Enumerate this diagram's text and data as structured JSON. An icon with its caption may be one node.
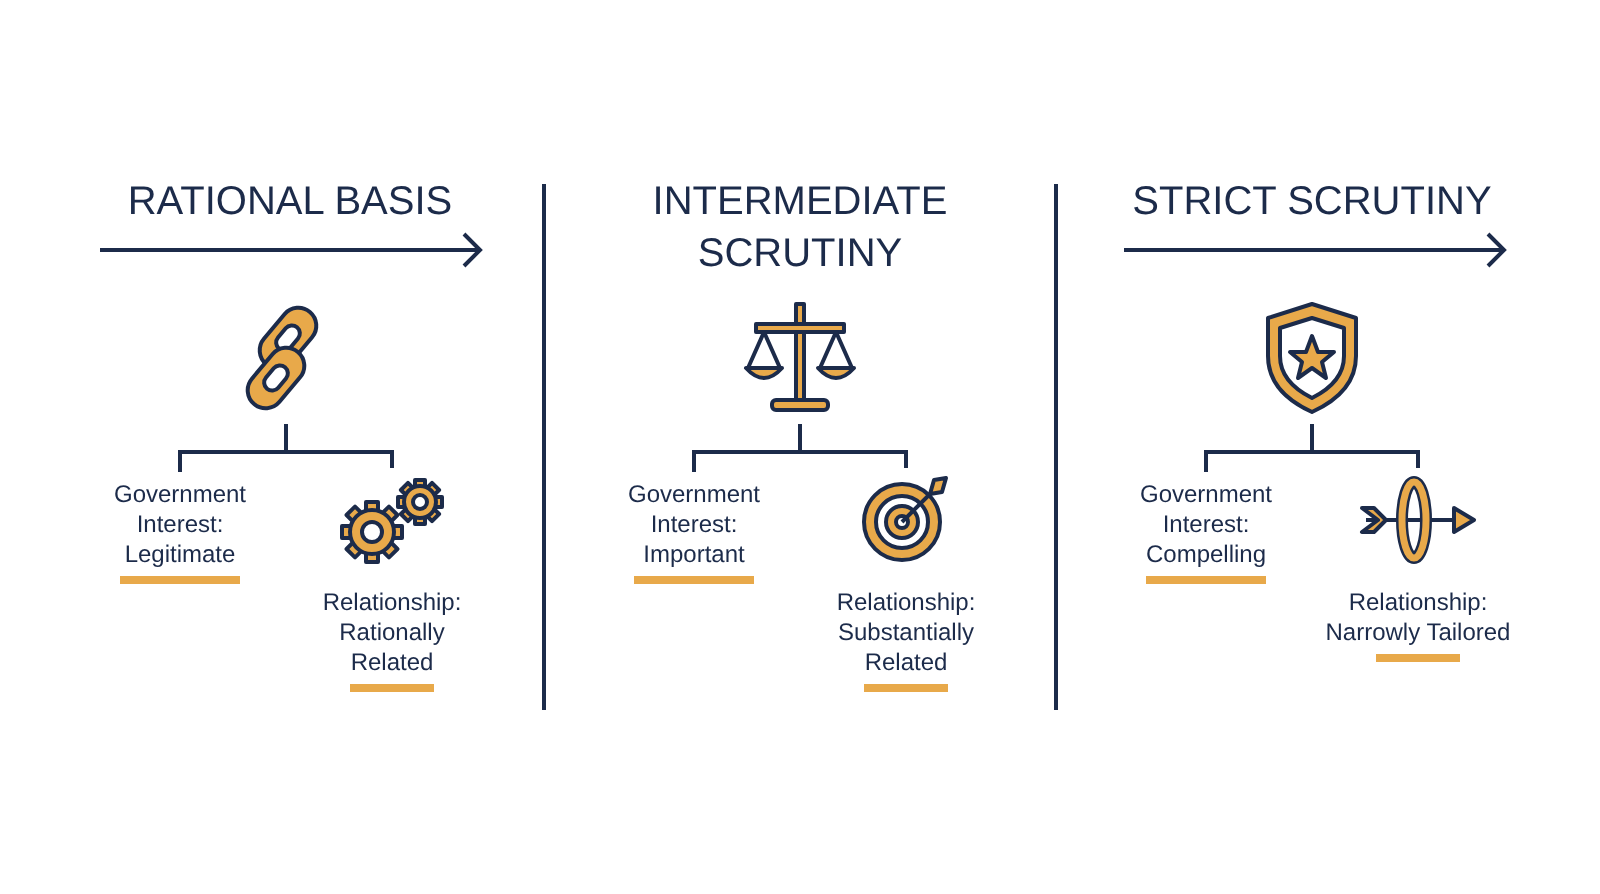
{
  "diagram": {
    "nodes": [
      {
        "text": [],
        "shape": "picture"
      },
      {
        "text": [
          "Government Interest: Legitimate"
        ]
      },
      {
        "text": [],
        "shape": "picture",
        "beside": [
          "Relationship: Rationally Related"
        ]
      },
      {
        "text": [],
        "shape": "picture"
      },
      {
        "text": [
          "Government Interest: Important"
        ]
      },
      {
        "text": [],
        "shape": "picture",
        "beside": [
          "Relationship: Substantially Related"
        ]
      },
      {
        "text": [],
        "shape": "picture"
      },
      {
        "text": [
          "Government Interest: Compelling"
        ]
      },
      {
        "text": [],
        "shape": "picture",
        "beside": [
          "Relationship: Narrowly Tailored"
        ]
      }
    ],
    "edges": [
      {
        "from": 0,
        "to": 1,
        "arrow": "none"
      },
      {
        "from": 0,
        "to": 2,
        "arrow": "none"
      },
      {
        "from": 3,
        "to": 4,
        "arrow": "none"
      },
      {
        "from": 3,
        "to": 5,
        "arrow": "none"
      },
      {
        "from": 6,
        "to": 7,
        "arrow": "none"
      },
      {
        "from": 6,
        "to": 8,
        "arrow": "none"
      }
    ],
    "labels": [
      "RATIONAL BASIS",
      "INTERMEDIATE SCRUTINY",
      "STRICT SCRUTINY"
    ]
  }
}
